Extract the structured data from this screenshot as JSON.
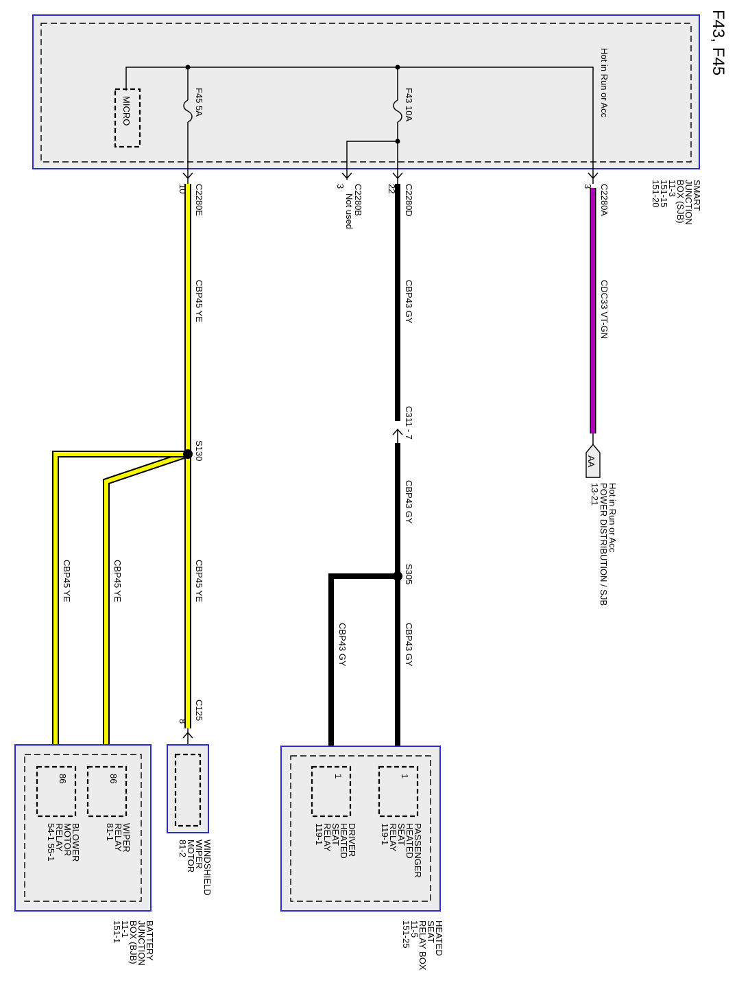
{
  "title": "F43, F45",
  "colors": {
    "box_border": "#2b2bd6",
    "box_fill": "#ececec",
    "wire_yellow": "#f7f700",
    "wire_violet_green": "#b000b8",
    "wire_gray": "#000000",
    "wire_outline": "#000000"
  },
  "sjb": {
    "name": [
      "SMART",
      "JUNCTION",
      "BOX (SJB)",
      "11-3",
      "151-15",
      "151-20"
    ],
    "feed_label": "Hot in Run or Acc",
    "micro_label": "MICRO",
    "f45_label": "F45  5A",
    "f43_label": "F43  10A"
  },
  "connectors": {
    "c2280a": {
      "name": "C2280A",
      "pin": "3"
    },
    "c2280d": {
      "name": "C2280D",
      "pin": "22"
    },
    "c2280b": {
      "name": "C2280B",
      "pin": "3",
      "note": "Not used"
    },
    "c2280e": {
      "name": "C2280E",
      "pin": "10"
    },
    "c311": "C311  -  7",
    "c125": {
      "name": "C125",
      "pin": "8"
    }
  },
  "wires": {
    "cdc33": "CDC33   VT-GN",
    "cbp43": "CBP43   GY",
    "cbp45": "CBP45   YE"
  },
  "splices": {
    "s305": "S305",
    "s130": "S130"
  },
  "power_ref": {
    "symbol": "AA",
    "lines": [
      "Hot in Run or Acc",
      "POWER DISTRIBUTION / SJB",
      "13-21"
    ]
  },
  "heated_seat_box": {
    "name": [
      "HEATED",
      "SEAT",
      "RELAY BOX",
      "11-5",
      "151-25"
    ],
    "passenger_pin": "1",
    "passenger_relay": [
      "PASSENGER",
      "HEATED",
      "SEAT",
      "RELAY",
      "119-1"
    ],
    "driver_pin": "1",
    "driver_relay": [
      "DRIVER",
      "HEATED",
      "SEAT",
      "RELAY",
      "119-1"
    ]
  },
  "wiper_motor": {
    "name": [
      "WINDSHIELD",
      "WIPER",
      "MOTOR",
      "81-2"
    ]
  },
  "bjb": {
    "name": [
      "BATTERY",
      "JUNCTION",
      "BOX (BJB)",
      "11-1",
      "151-1"
    ],
    "wiper_pin": "86",
    "wiper_relay": [
      "WIPER",
      "RELAY",
      "81-1"
    ],
    "blower_pin": "86",
    "blower_relay": [
      "BLOWER",
      "MOTOR",
      "RELAY",
      "54-1    55-1"
    ]
  }
}
